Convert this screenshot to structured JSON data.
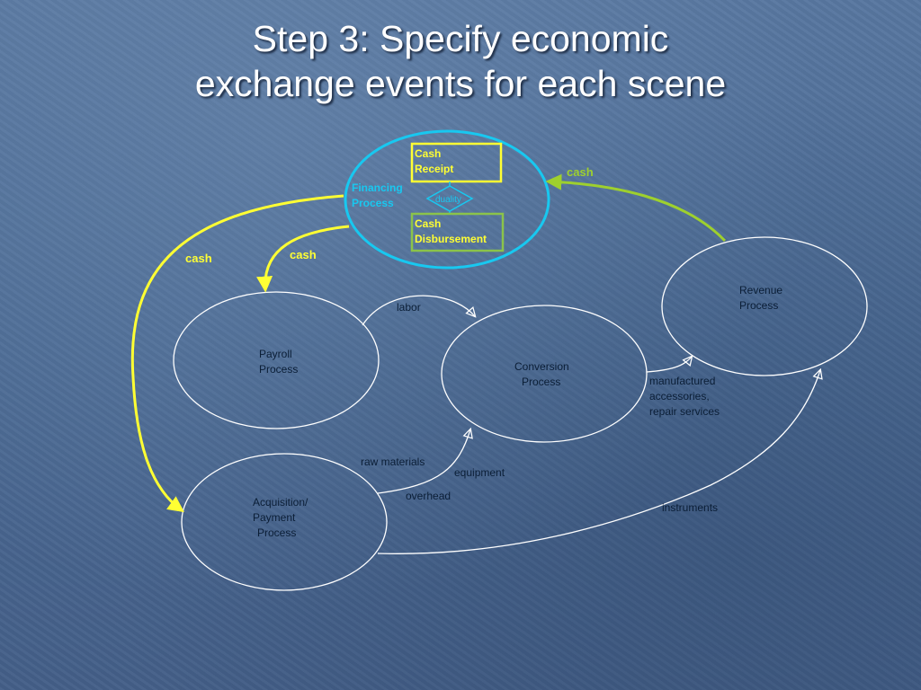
{
  "slide": {
    "title_line1": "Step 3: Specify economic",
    "title_line2": "exchange events for each scene"
  },
  "nodes": {
    "financing": {
      "line1": "Financing",
      "line2": "Process"
    },
    "cash_receipt": {
      "line1": "Cash",
      "line2": "Receipt"
    },
    "duality": "duality",
    "cash_disbursement": {
      "line1": "Cash",
      "line2": "Disbursement"
    },
    "revenue": {
      "line1": "Revenue",
      "line2": "Process"
    },
    "payroll": {
      "line1": "Payroll",
      "line2": "Process"
    },
    "conversion": {
      "line1": "Conversion",
      "line2": "Process"
    },
    "acquisition": {
      "line1": "Acquisition/",
      "line2": "Payment",
      "line3": "Process"
    }
  },
  "edges": {
    "cash_to_acquisition": "cash",
    "cash_to_payroll": "cash",
    "cash_from_revenue": "cash",
    "labor": "labor",
    "raw_materials": "raw materials",
    "equipment": "equipment",
    "overhead": "overhead",
    "manufactured": {
      "line1": "manufactured",
      "line2": "accessories,",
      "line3": "repair services"
    },
    "instruments": "instruments"
  },
  "colors": {
    "financing_ellipse": "#18c8f0",
    "cash_receipt_box": "#ffff33",
    "cash_disbursement_box": "#8bc34a",
    "yellow_arrows": "#ffff33",
    "green_arrow": "#9ed02e",
    "process_ellipses": "#ffffff"
  }
}
